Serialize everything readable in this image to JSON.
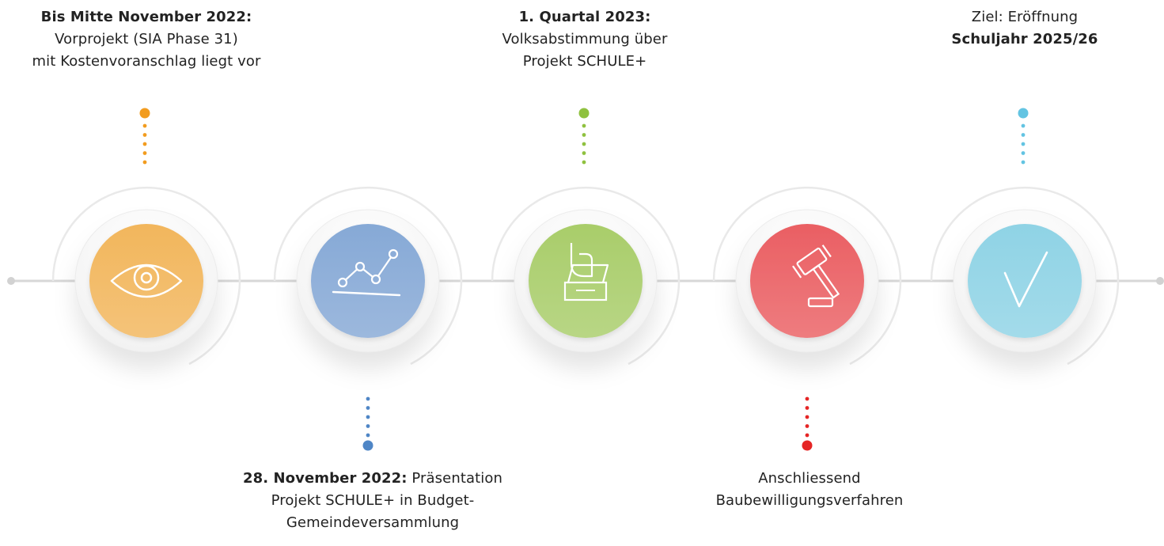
{
  "colors": {
    "line": "#d7d7d7",
    "ring": "#e9e9e9",
    "orange": "#f2b65c",
    "blue": "#86a9d6",
    "green": "#a9cd6a",
    "red": "#ea5f63",
    "cyan": "#8fd3e5",
    "orange_dot": "#f29c1f",
    "blue_dot": "#4f86c6",
    "green_dot": "#8fc13f",
    "red_dot": "#e52525",
    "cyan_dot": "#63c4e2"
  },
  "milestones": [
    {
      "icon": "eye-icon",
      "color_key": "orange",
      "dot_key": "orange_dot",
      "position": "top",
      "lines": [
        [
          {
            "text": "Bis Mitte November 2022:",
            "bold": true
          }
        ],
        [
          {
            "text": "Vorprojekt (SIA Phase 31)",
            "bold": false
          }
        ],
        [
          {
            "text": "mit Kostenvoranschlag liegt vor",
            "bold": false
          }
        ]
      ]
    },
    {
      "icon": "line-chart-icon",
      "color_key": "blue",
      "dot_key": "blue_dot",
      "position": "bottom",
      "lines": [
        [
          {
            "text": "28. November 2022:",
            "bold": true
          },
          {
            "text": " Präsentation",
            "bold": false
          }
        ],
        [
          {
            "text": "Projekt SCHULE+ in Budget-",
            "bold": false
          }
        ],
        [
          {
            "text": "Gemeindeversammlung",
            "bold": false
          }
        ]
      ]
    },
    {
      "icon": "ballot-box-icon",
      "color_key": "green",
      "dot_key": "green_dot",
      "position": "top",
      "lines": [
        [
          {
            "text": "1. Quartal 2023:",
            "bold": true
          }
        ],
        [
          {
            "text": "Volksabstimmung über",
            "bold": false
          }
        ],
        [
          {
            "text": "Projekt SCHULE+",
            "bold": false
          }
        ]
      ]
    },
    {
      "icon": "gavel-icon",
      "color_key": "red",
      "dot_key": "red_dot",
      "position": "bottom",
      "lines": [
        [
          {
            "text": "Anschliessend",
            "bold": false
          }
        ],
        [
          {
            "text": "Baubewilligungsverfahren",
            "bold": false
          }
        ]
      ]
    },
    {
      "icon": "checkmark-icon",
      "color_key": "cyan",
      "dot_key": "cyan_dot",
      "position": "top",
      "lines": [
        [
          {
            "text": "Ziel: Eröffnung",
            "bold": false
          }
        ],
        [
          {
            "text": "Schuljahr 2025/26",
            "bold": true
          }
        ]
      ]
    }
  ]
}
